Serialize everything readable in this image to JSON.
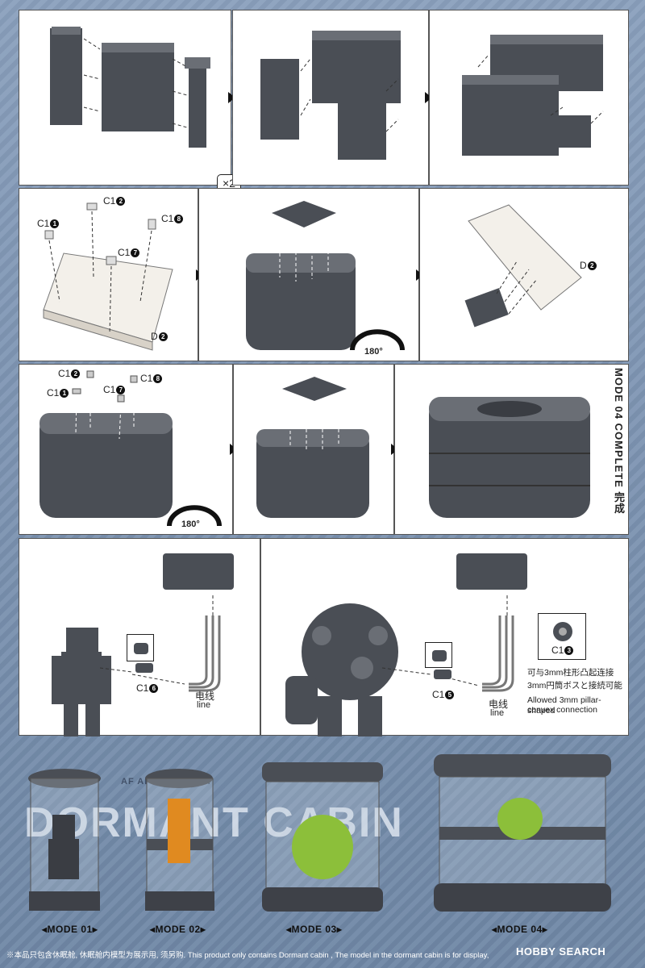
{
  "panel_row1": {
    "multiplier": "×2"
  },
  "parts": {
    "c1_1": "C1",
    "c1_2": "C1",
    "c1_8": "C1",
    "c1_7": "C1",
    "d2": "D",
    "c1_6": "C1",
    "c1_5": "C1",
    "c1_3": "C1",
    "num_1": "1",
    "num_2": "2",
    "num_8": "8",
    "num_7": "7",
    "num_6": "6",
    "num_5": "5",
    "num_3": "3"
  },
  "rotation": "180°",
  "side_label": "MODE 04 COMPLETE 完成",
  "wire": {
    "zh": "电线",
    "en": "line"
  },
  "note": {
    "zh": "可与3mm柱形凸起连接",
    "ja": "3mm円筒ボスと接続可能",
    "en1": "Allowed 3mm pillar-shaped",
    "en2": "convex connection"
  },
  "banner": {
    "title": "DORMANT CABIN",
    "strip": "AF  APPLY  SUPPLY"
  },
  "modes": [
    "◂MODE 01▸",
    "◂MODE 02▸",
    "◂MODE 03▸",
    "◂MODE 04▸"
  ],
  "footer": "※本品只包含休眠舱, 休眠舱内模型为展示用, 须另购.  This product only contains Dormant cabin , The model in the dormant cabin is for display,",
  "watermark": "HOBBY SEARCH",
  "colors": {
    "background": "#7e96b4",
    "part": "#4a4e55",
    "part_light": "#6a6e75",
    "clear_part": "#f3f0ea",
    "figure_orange": "#e08a20",
    "figure_green": "#8cbf3a"
  }
}
